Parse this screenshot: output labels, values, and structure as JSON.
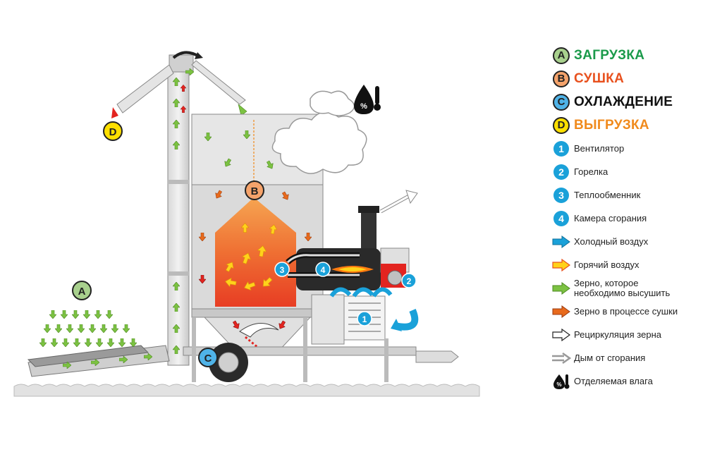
{
  "colors": {
    "green": "#1a9a4a",
    "orange_red": "#e8511e",
    "black": "#111111",
    "orange": "#f08a1c",
    "blue": "#1aa1d9",
    "yellow": "#ffe000",
    "grain_green": "#7cc242",
    "drying_orange": "#e86a1c",
    "phase_a_bg": "#a8d08d",
    "phase_b_bg": "#f5a36b",
    "phase_c_bg": "#4fb3e8",
    "phase_d_bg": "#ffe000"
  },
  "diagram": {
    "label_a": "A",
    "label_b": "B",
    "label_c": "C",
    "label_d": "D",
    "num_1": "1",
    "num_2": "2",
    "num_3": "3",
    "num_4": "4",
    "moisture_icon": "moisture-thermometer-icon"
  },
  "legend": {
    "phases": [
      {
        "letter": "A",
        "label": "ЗАГРУЗКА",
        "color": "#1a9a4a",
        "bg": "#a8d08d"
      },
      {
        "letter": "B",
        "label": "СУШКА",
        "color": "#e8511e",
        "bg": "#f5a36b"
      },
      {
        "letter": "C",
        "label": "ОХЛАЖДЕНИЕ",
        "color": "#111111",
        "bg": "#4fb3e8"
      },
      {
        "letter": "D",
        "label": "ВЫГРУЗКА",
        "color": "#f08a1c",
        "bg": "#ffe000"
      }
    ],
    "numbered": [
      {
        "num": "1",
        "label": "Вентилятор"
      },
      {
        "num": "2",
        "label": "Горелка"
      },
      {
        "num": "3",
        "label": "Теплообменник"
      },
      {
        "num": "4",
        "label": "Камера сгорания"
      }
    ],
    "arrows": [
      {
        "icon": "blue-arrow-icon",
        "label": "Холодный воздух"
      },
      {
        "icon": "yellow-arrow-icon",
        "label": "Горячий воздух"
      },
      {
        "icon": "green-arrow-icon",
        "label": "Зерно, которое необходимо высушить"
      },
      {
        "icon": "orange-arrow-icon",
        "label": "Зерно в процессе сушки"
      },
      {
        "icon": "white-arrow-icon",
        "label": "Рециркуляция зерна"
      },
      {
        "icon": "smoke-arrow-icon",
        "label": "Дым от сгорания"
      },
      {
        "icon": "moisture-icon",
        "label": "Отделяемая влага"
      }
    ]
  }
}
